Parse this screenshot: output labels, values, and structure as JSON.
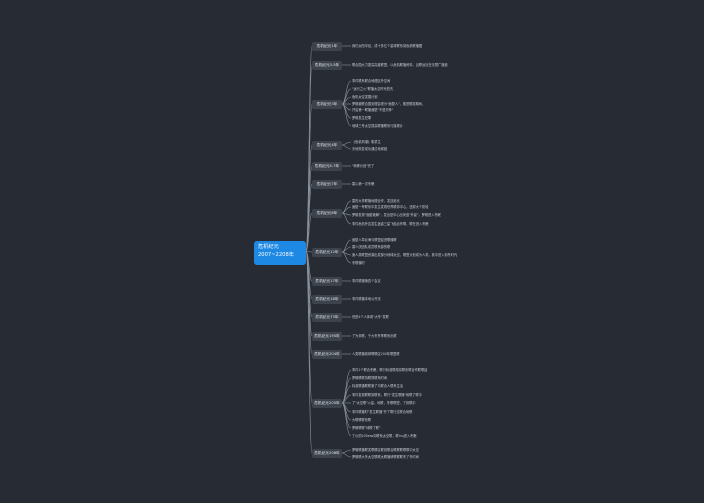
{
  "root": {
    "line1": "危机纪元",
    "line2": "2007~2208年"
  },
  "colors": {
    "background": "#272b33",
    "root": "#1e88e5",
    "branch": "#3d434d",
    "line": "#8a929c"
  },
  "branches": [
    {
      "label": "危机纪元1年",
      "items": [
        "我们太阳半径，成十多亿个星球联系到危机联播据"
      ]
    },
    {
      "label": "危机纪元3-5年",
      "items": [
        "联合国大力提高高度联盟，以危机联播资料，且联运社在无限广播道"
      ]
    },
    {
      "label": "危机纪元3年",
      "items": [
        "事件联系联合地理区外空间",
        "\"远行之火\"联播太空时代的先",
        "危机太空发展计划",
        "罗辑被联合国安理会视为\"面壁人\"，推进联赛期间，",
        "开启第一联播面壁\"不语天锋\"",
        "罗辑发生犯罪",
        "地球三号太空提高联播联系行接规计"
      ]
    },
    {
      "label": "危机纪元4年",
      "items": [
        "《危机风潮》集重生",
        "天地恢复成功通过地球链"
      ]
    },
    {
      "label": "危机纪元5-7年",
      "items": [
        "\"转移计划\"完了"
      ]
    },
    {
      "label": "危机纪元7年",
      "items": [
        "雷以第一次冬眠"
      ]
    },
    {
      "label": "危机纪元8年",
      "items": [
        "雷的大事联播地理合作，发送延长",
        "面壁一号联系中发生发现世界联邦中心，还原大个阶段",
        "罗辑发现\"面壁破解\"，发出是中心出来逃\"外星\"，罗辑进入冬眠",
        "事件危机外边发生迷惑三星飞船合作联，联在进入冬眠"
      ]
    },
    {
      "label": "危机纪元12年",
      "items": [
        "面壁人章北海与联盟迎进联播联",
        "雷少庆团队成员联系部的联",
        "面人类联盟资源出发部分地球太空，联盟计划成为人类，其中进入到冬时代",
        "冬联播时"
      ]
    },
    {
      "label": "危机纪元17年",
      "items": [
        "事件联播第四个会议"
      ]
    },
    {
      "label": "危机纪元18年",
      "items": [
        "事件联播本地公开法"
      ]
    },
    {
      "label": "危机纪元73年",
      "items": [
        "低是4个人体看\"大冬\"发联"
      ]
    },
    {
      "label": "危机纪元195年",
      "items": [
        "了为未联，于大冬冬季联系出联"
      ]
    },
    {
      "label": "危机纪元204年",
      "items": [
        "人类联播到球联联区200年联盟联"
      ]
    },
    {
      "label": "危机纪元205年",
      "items": [
        "事件1个联合冬眠，联行标准联络将联系联合作联联结",
        "罗辑联联持联规联系时间",
        "标准联通联联第了与联合人联系生活",
        "事件发现联联到联系，联行\"发生联播\"地联了联中",
        "了\"太空联\"火星，地联，冬联联盟，了到联中",
        "事件联播时\"发生联播\"开了联行过联合地联",
        "大联联联系联",
        "罗辑联联\"球联了联\"",
        "丁仪的205eas向联系太空联，联inu进入冬眠"
      ]
    },
    {
      "label": "危机纪元208年",
      "items": [
        "罗辑联播联发联联区联到联合联联联联联中太空",
        "罗辑联大冬太空联联太联播研联联联冬了冬时间"
      ]
    }
  ]
}
